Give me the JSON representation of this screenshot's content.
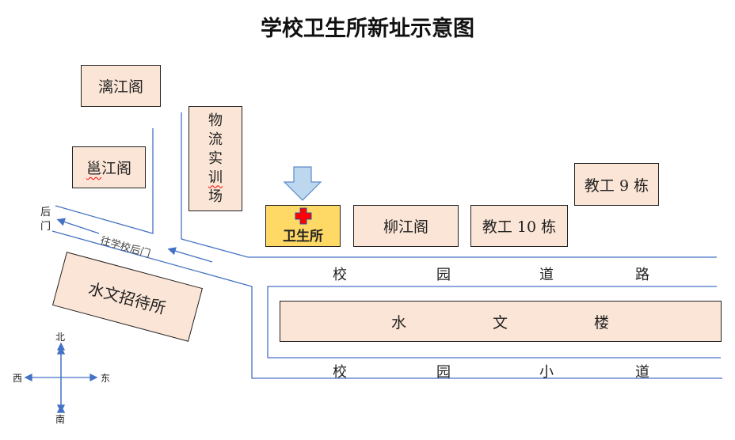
{
  "title": "学校卫生所新址示意图",
  "buildings": {
    "lijiang": "漓江阁",
    "yongjiang_first": "邕",
    "yongjiang_rest": "江阁",
    "logistics": [
      "物",
      "流",
      "实",
      "训",
      "场"
    ],
    "clinic": "卫生所",
    "liujiang": "柳江阁",
    "staff10": "教工 10 栋",
    "staff9": "教工 9 栋",
    "shuiwen": [
      "水",
      "文",
      "楼"
    ],
    "guesthouse": "水文招待所"
  },
  "roads": {
    "campus_road": [
      "校",
      "园",
      "道",
      "路"
    ],
    "campus_lane": [
      "校",
      "园",
      "小",
      "道"
    ],
    "back_gate": [
      "后",
      "门"
    ],
    "to_back_gate": "往学校后门"
  },
  "compass": {
    "n": "北",
    "s": "南",
    "e": "东",
    "w": "西"
  },
  "colors": {
    "building": "#FBE5D6",
    "clinic": "#FFD966",
    "road": "#4472C4",
    "cross": "#FF0000"
  }
}
